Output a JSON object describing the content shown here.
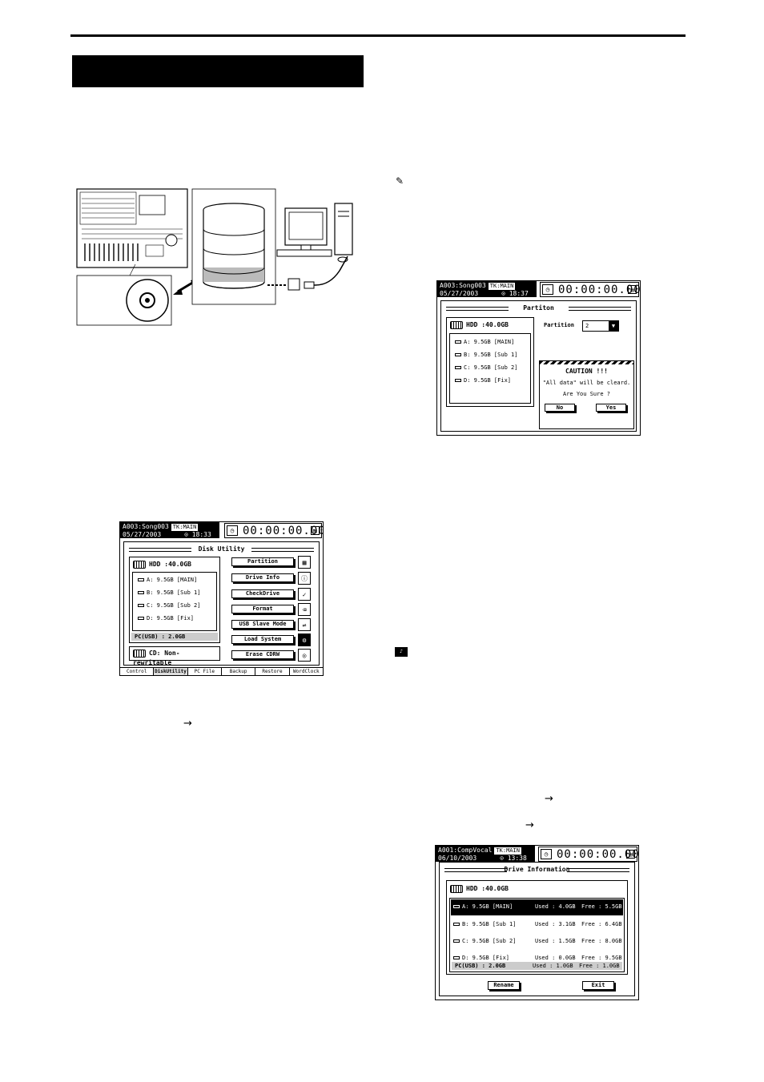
{
  "arrows": [
    "→",
    "→",
    "→"
  ],
  "disk_utility": {
    "song": "A003:Song003",
    "badge": "TK:MAIN",
    "date": "05/27/2003",
    "time": "⊙ 18:33",
    "counter": "00:00:00.000",
    "title": "Disk Utility",
    "hdd_label": "HDD :40.0GB",
    "drives": [
      "A:  9.5GB [MAIN]",
      "B:  9.5GB [Sub 1]",
      "C:  9.5GB [Sub 2]",
      "D:  9.5GB [Fix]"
    ],
    "pc_usb": "PC(USB) : 2.0GB",
    "cd_label": "CD: Non-rewritable",
    "buttons": [
      "Partition",
      "Drive Info",
      "CheckDrive",
      "Format",
      "USB Slave Mode",
      "Load System",
      "Erase CDRW"
    ],
    "tabs": [
      "Control",
      "DiskUtility",
      "PC File",
      "Backup",
      "Restore",
      "WordClock"
    ]
  },
  "partition": {
    "song": "A003:Song003",
    "badge": "TK:MAIN",
    "date": "05/27/2003",
    "time": "⊙ 18:37",
    "counter": "00:00:00.000",
    "title": "Partiton",
    "hdd_label": "HDD :40.0GB",
    "drives": [
      "A:  9.5GB [MAIN]",
      "B:  9.5GB [Sub 1]",
      "C:  9.5GB [Sub 2]",
      "D:  9.5GB [Fix]"
    ],
    "partition_label": "Partition",
    "partition_value": "2",
    "caution_title": "CAUTION !!!",
    "caution_line1": "\"All data\" will be cleard.",
    "caution_line2": "Are You Sure ?",
    "no_label": "No",
    "yes_label": "Yes"
  },
  "drive_info": {
    "song": "A001:CompVocal",
    "badge": "TK:MAIN",
    "date": "06/10/2003",
    "time": "⊙ 13:38",
    "counter": "00:00:00.000",
    "title": "Drive Information",
    "hdd_label": "HDD :40.0GB",
    "rows": [
      {
        "drive": "A:  9.5GB [MAIN]",
        "used": "Used :  4.0GB",
        "free": "Free :  5.5GB"
      },
      {
        "drive": "B:  9.5GB [Sub 1]",
        "used": "Used :  3.1GB",
        "free": "Free :  6.4GB"
      },
      {
        "drive": "C:  9.5GB [Sub 2]",
        "used": "Used :  1.5GB",
        "free": "Free :  8.0GB"
      },
      {
        "drive": "D:  9.5GB [Fix]",
        "used": "Used :  0.0GB",
        "free": "Free :  9.5GB"
      }
    ],
    "pc_usb": "PC(USB) : 2.0GB",
    "pc_used": "Used :  1.0GB",
    "pc_free": "Free :  1.0GB",
    "rename_label": "Rename",
    "exit_label": "Exit"
  }
}
